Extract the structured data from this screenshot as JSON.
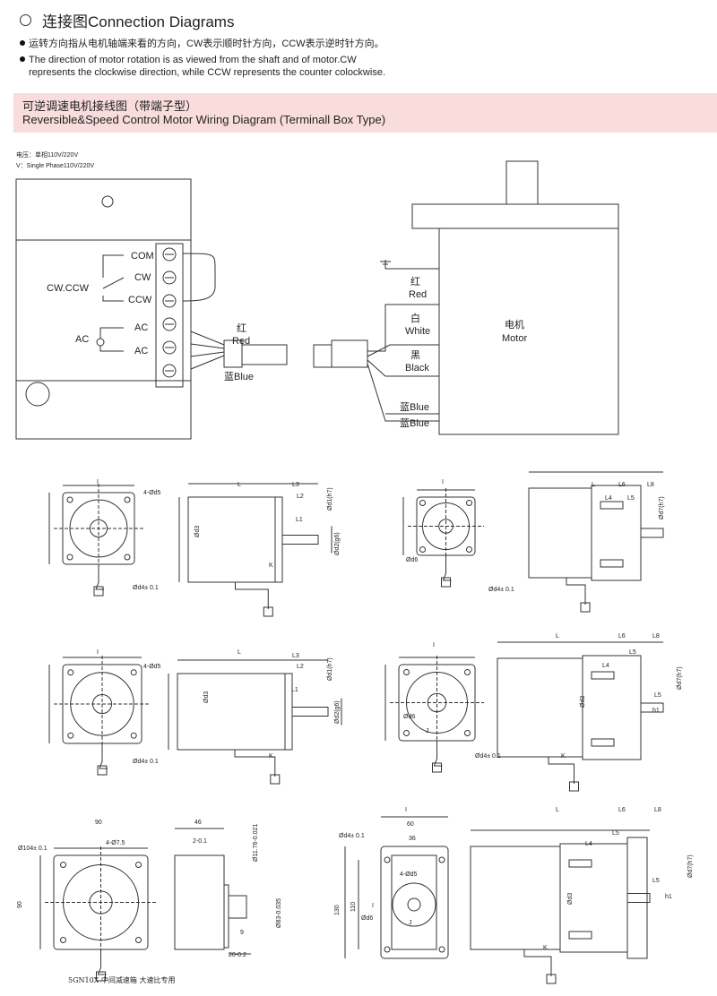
{
  "header": {
    "title": "连接图Connection Diagrams",
    "icon": "circle-icon"
  },
  "notes": {
    "cn": "运转方向指从电机轴端来看的方向，CW表示顺时针方向，CCW表示逆时针方向。",
    "en1": "The direction of motor rotation is as viewed from the shaft and of motor.CW",
    "en2": "represents the clockwise direction, while CCW represents the counter colockwise."
  },
  "section": {
    "cn": "可逆调速电机接线图（带端子型）",
    "en": "Reversible&Speed Control Motor Wiring Diagram (Terminall Box Type)",
    "band_color": "#f9dcdc"
  },
  "voltage": {
    "cn": "电压：单相110V/220V",
    "en": "V：Single Phase110V/220V"
  },
  "wiring": {
    "com": "COM",
    "cw": "CW",
    "ccw": "CCW",
    "ac1": "AC",
    "ac2": "AC",
    "cwccw": "CW.CCW",
    "ac": "AC",
    "blue_left": "蓝Blue",
    "red_cn": "红",
    "red_en": "Red",
    "white_cn": "白",
    "white_en": "White",
    "black_cn": "黑",
    "black_en": "Black",
    "blue1": "蓝Blue",
    "blue2": "蓝Blue",
    "motor_cn": "电机",
    "motor_en": "Motor"
  },
  "dims": {
    "I": "I",
    "L": "L",
    "L1": "L1",
    "L2": "L2",
    "L3": "L3",
    "L4": "L4",
    "L5": "L5",
    "L6": "L6",
    "L8": "L8",
    "d1": "Ød1(h7)",
    "d2": "Ød2(g6)",
    "d3": "Ød3",
    "d4": "Ød4± 0.1",
    "d5": "4-Ød5",
    "d6": "Ød6",
    "d7": "Ød7(h7)",
    "K": "K",
    "J": "J",
    "h1": "h1"
  },
  "bottom": {
    "w90": "90",
    "h90": "90",
    "d104": "Ø104± 0.1",
    "h75": "4-Ø7.5",
    "w46": "46",
    "t2": "2-0.1",
    "d1176": "Ø11.76-0.021",
    "d83": "Ø83-0.035",
    "w9": "9",
    "w20": "20-0.2",
    "h130": "130",
    "h110": "110",
    "w60": "60",
    "w36": "36",
    "caption": "5GN10X 中间减速箱 大速比专用"
  }
}
